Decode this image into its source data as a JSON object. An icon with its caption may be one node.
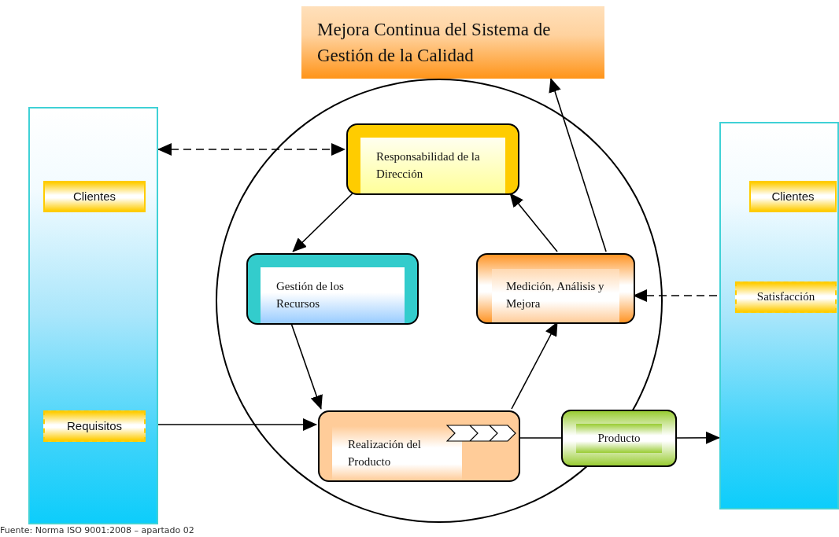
{
  "diagram": {
    "caption": "Fuente: Norma ISO 9001:2008 – apartado 02",
    "nodes": [
      {
        "text": [
          "Mejora Continua del Sistema de Gestión de la Calidad"
        ]
      },
      {
        "text": [],
        "shape": "box"
      },
      {
        "text": [
          "Clientes"
        ],
        "in": 1
      },
      {
        "text": [
          "Requisitos"
        ],
        "in": 1
      },
      {
        "text": [],
        "shape": "circle"
      },
      {
        "text": [
          "Responsabilidad de la Dirección"
        ],
        "in": 4
      },
      {
        "text": [
          "Gestión de los Recursos"
        ],
        "in": 4
      },
      {
        "text": [
          "Medición, Análisis y Mejora"
        ],
        "in": 4
      },
      {
        "text": [
          "Realización del Producto"
        ],
        "in": 4
      },
      {
        "text": [
          "Producto"
        ]
      },
      {
        "text": [],
        "shape": "box"
      },
      {
        "text": [
          "Clientes"
        ],
        "in": 10
      },
      {
        "text": [
          "Satisfacción"
        ],
        "in": 10
      }
    ],
    "edges": [
      {
        "from": 1,
        "to": 5,
        "arrow": "both",
        "style": "dashed"
      },
      {
        "from": 5,
        "to": 6,
        "arrow": "to"
      },
      {
        "from": 6,
        "to": 8,
        "arrow": "to"
      },
      {
        "from": 8,
        "to": 7,
        "arrow": "to"
      },
      {
        "from": 7,
        "to": 5,
        "arrow": "to"
      },
      {
        "from": 7,
        "to": 0,
        "arrow": "to"
      },
      {
        "from": 7,
        "to": 12,
        "arrow": "both",
        "style": "dashed"
      },
      {
        "from": 3,
        "to": 8,
        "arrow": "to"
      },
      {
        "from": 8,
        "to": 9,
        "arrow": "none"
      },
      {
        "from": 9,
        "to": 10,
        "arrow": "to"
      }
    ]
  }
}
